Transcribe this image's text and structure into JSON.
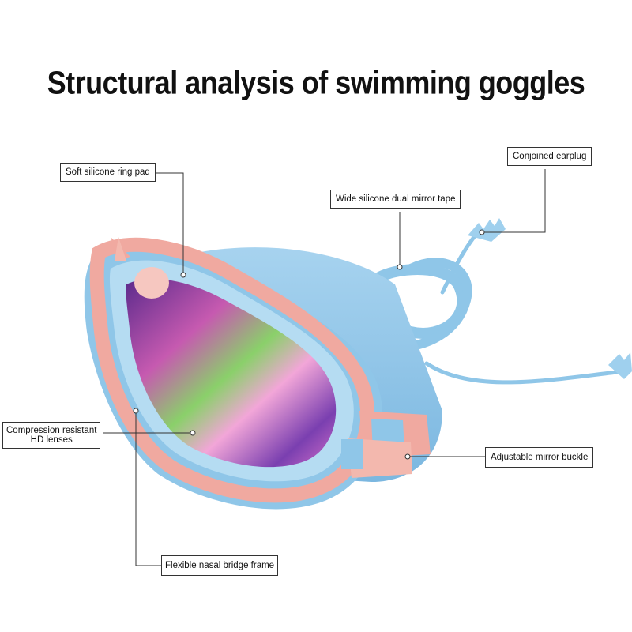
{
  "title": "Structural analysis of swimming goggles",
  "labels": {
    "ring_pad": "Soft silicone ring pad",
    "earplug": "Conjoined earplug",
    "tape": "Wide silicone dual mirror tape",
    "lenses_line1": "Compression resistant",
    "lenses_line2": "HD lenses",
    "buckle": "Adjustable mirror buckle",
    "bridge": "Flexible nasal bridge frame"
  },
  "colors": {
    "frame_blue": "#8fc6e8",
    "frame_pink": "#f0a9a0",
    "lens_purple": "#7a3fb0"
  }
}
